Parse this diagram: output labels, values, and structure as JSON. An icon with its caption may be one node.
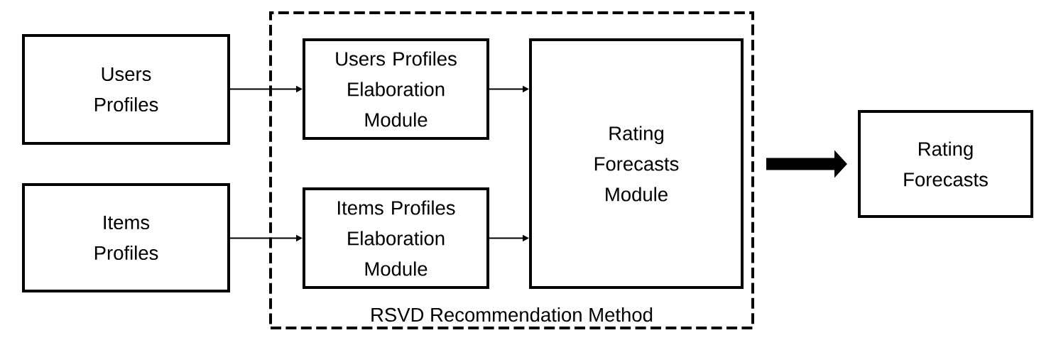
{
  "diagram": {
    "nodes": [
      {
        "text": [
          "Users Profiles"
        ]
      },
      {
        "text": [
          "Items Profiles"
        ]
      },
      {
        "text": [
          "RSVD Recommendation Method"
        ]
      },
      {
        "text": [
          "Users Profiles Elaboration Module"
        ],
        "in": 2
      },
      {
        "text": [
          "Items Profiles Elaboration Module"
        ],
        "in": 2
      },
      {
        "text": [
          "Rating Forecasts Module"
        ],
        "in": 2
      },
      {
        "text": [
          "Rating Forecasts"
        ]
      }
    ],
    "edges": [
      {
        "from": 0,
        "to": 3,
        "arrow": "to"
      },
      {
        "from": 1,
        "to": 4,
        "arrow": "to"
      },
      {
        "from": 3,
        "to": 5,
        "arrow": "to"
      },
      {
        "from": 4,
        "to": 5,
        "arrow": "to"
      },
      {
        "from": 2,
        "to": 6,
        "arrow": "to",
        "style": "thick"
      }
    ]
  }
}
